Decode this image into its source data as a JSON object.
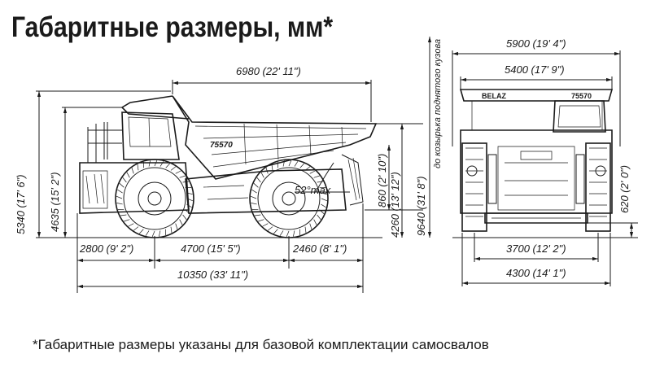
{
  "title": "Габаритные размеры, мм*",
  "footnote": "*Габаритные размеры указаны для базовой комплектации самосвалов",
  "side_view": {
    "model_label": "75570",
    "dump_angle": "52°max",
    "dims": {
      "body_length": "6980 (22' 11\")",
      "height_total": "5340 (17' 6\")",
      "height_cab": "4635 (15' 2\")",
      "rear_overhang_height": "860 (2' 10\")",
      "height_body_rear": "4260 (13' 12\")",
      "raised_height": "9640 (31' 8\")",
      "raised_height_note": "до козырька поднятого кузова",
      "front_overhang": "2800 (9' 2\")",
      "wheelbase": "4700 (15' 5\")",
      "rear_overhang": "2460 (8' 1\")",
      "length_total": "10350 (33' 11\")"
    }
  },
  "front_view": {
    "brand_label": "BELAZ",
    "model_label": "75570",
    "dims": {
      "width_total": "5900 (19' 4\")",
      "width_body": "5400 (17' 9\")",
      "ground_clearance": "620 (2' 0\")",
      "front_track": "3700 (12' 2\")",
      "tire_width_total": "4300 (14' 1\")"
    }
  }
}
